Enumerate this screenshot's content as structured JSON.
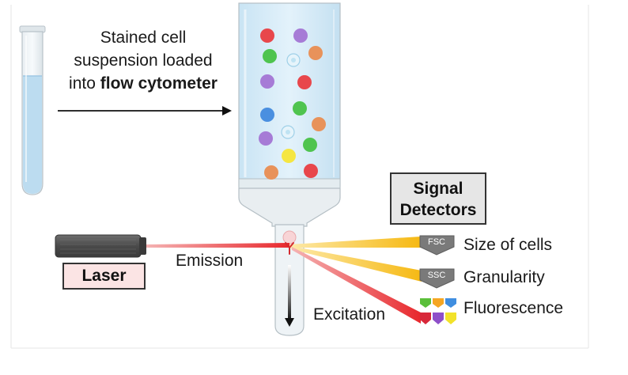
{
  "intro": {
    "line1": "Stained cell",
    "line2": "suspension loaded",
    "line3_prefix": "into ",
    "line3_bold": "flow cytometer"
  },
  "signal_detectors": {
    "line1": "Signal",
    "line2": "Detectors"
  },
  "laser_label": "Laser",
  "emission_label": "Emission",
  "excitation_label": "Excitation",
  "detectors": [
    {
      "tag": "FSC",
      "label": "Size of cells"
    },
    {
      "tag": "SSC",
      "label": "Granularity"
    },
    {
      "tag": "",
      "label": "Fluorescence"
    }
  ],
  "colors": {
    "tube_liquid": "#bcdcf0",
    "chamber_fill": "#d5ecf8",
    "laser_body": "#5a5a5a",
    "beam_red": "#e8282d",
    "beam_yellow": "#f9c21a",
    "detector_gray": "#7a7a7a",
    "cell_red": "#e8474c",
    "cell_purple": "#a67bd6",
    "cell_green": "#4fc44f",
    "cell_orange": "#e8925a",
    "cell_blue": "#4a8fe0",
    "cell_yellow": "#f5e642"
  }
}
